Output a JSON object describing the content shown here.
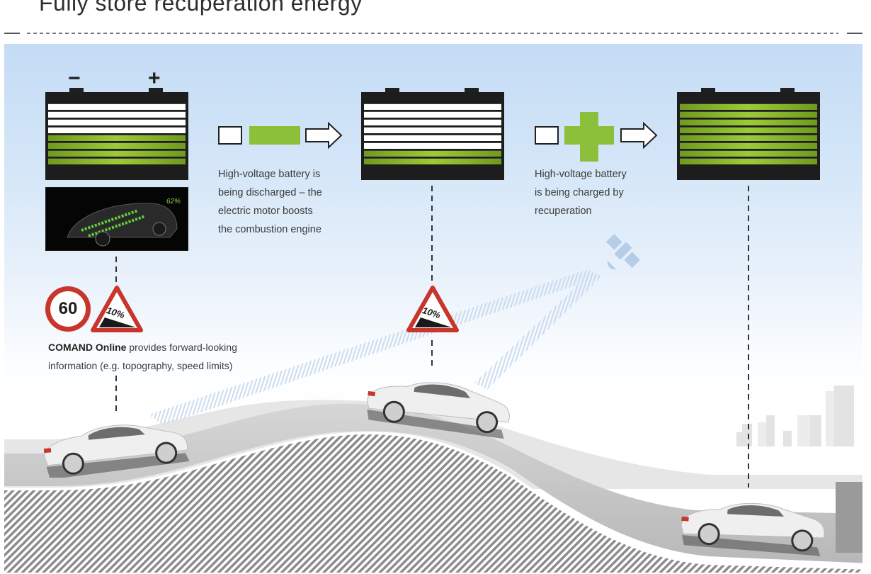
{
  "header": {
    "title": "Fully store recuperation energy"
  },
  "batteries": [
    {
      "id": "initial",
      "state": "partially charged",
      "charged_cells": 4,
      "total_cells": 8,
      "show_signs": true,
      "minus_sign": "−",
      "plus_sign": "+"
    },
    {
      "id": "after-discharge",
      "state": "mostly discharged",
      "charged_cells": 2,
      "total_cells": 8,
      "show_signs": false
    },
    {
      "id": "after-recuperation",
      "state": "fully charged",
      "charged_cells": 8,
      "total_cells": 8,
      "show_signs": false
    }
  ],
  "transitions": [
    {
      "id": "discharge",
      "symbol": "minus-icon",
      "caption_lines": [
        "High-voltage battery is",
        "being discharged – the",
        "electric motor boosts",
        "the combustion engine"
      ]
    },
    {
      "id": "charge",
      "symbol": "plus-icon",
      "caption_lines": [
        "High-voltage battery",
        "is being charged by",
        "recuperation"
      ]
    }
  ],
  "display": {
    "battery_percent": "62%"
  },
  "signs": {
    "speed_limit": "60",
    "gradient_1": "10%",
    "gradient_2": "10%"
  },
  "comand": {
    "bold": "COMAND Online",
    "line1_rest": " provides forward-looking",
    "line2": "information (e.g. topography, speed limits)"
  },
  "colors": {
    "battery_green": "#8cbf3a",
    "sign_red": "#c8352c",
    "sky_blue": "#c4dcf5"
  }
}
